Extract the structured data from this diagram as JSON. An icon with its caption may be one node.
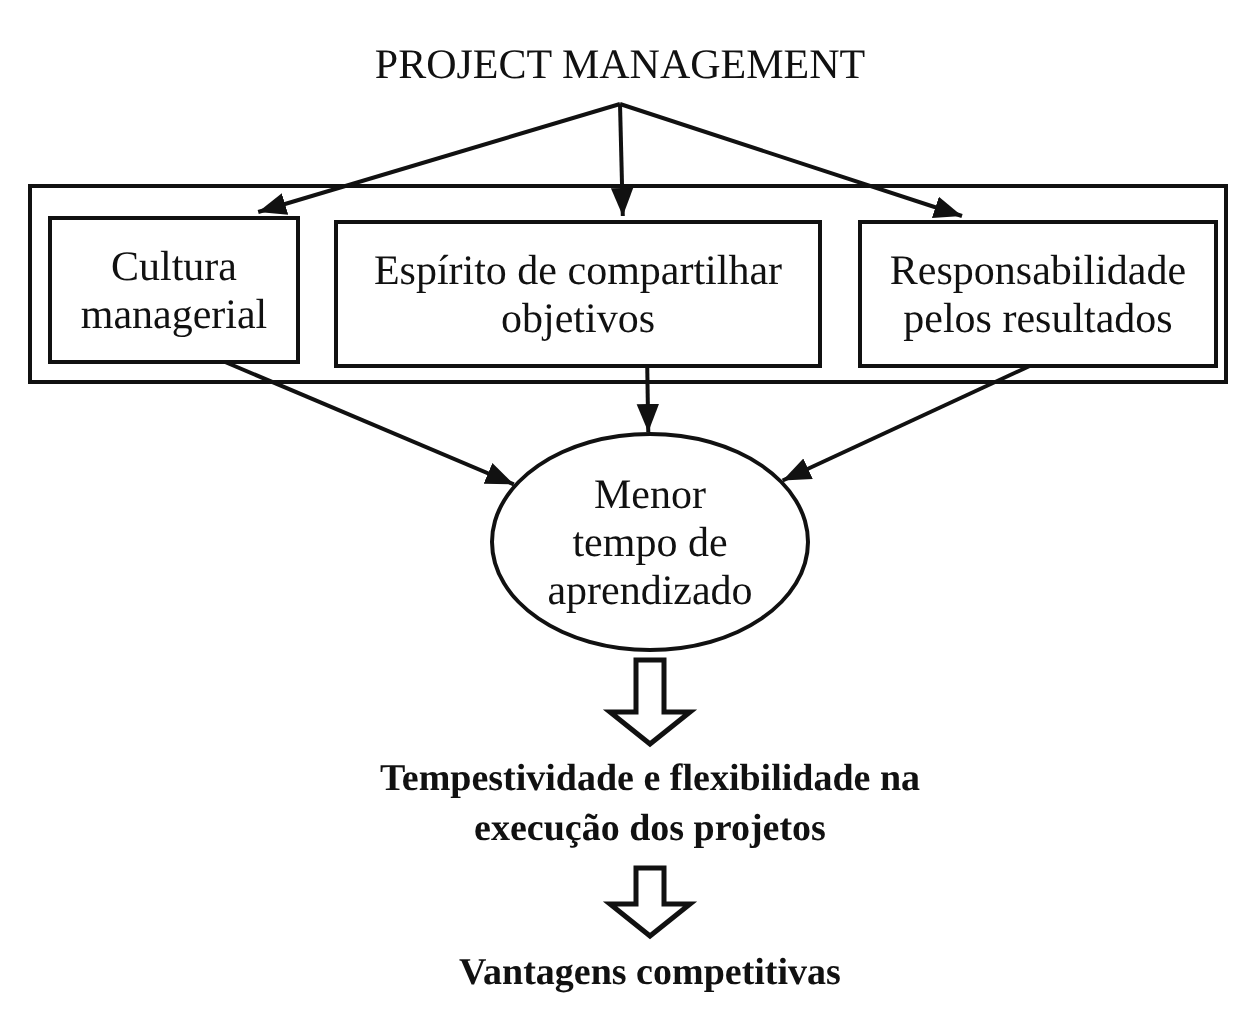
{
  "diagram": {
    "nodes": [
      {
        "text": [
          "PROJECT MANAGEMENT"
        ]
      },
      {
        "text": [],
        "shape": "box"
      },
      {
        "text": [
          "Cultura managerial"
        ],
        "in": 1
      },
      {
        "text": [
          "Espírito de compartilhar objetivos"
        ],
        "in": 1
      },
      {
        "text": [
          "Responsabilidade pelos resultados"
        ],
        "in": 1
      },
      {
        "text": [
          "Menor tempo de aprendizado"
        ]
      },
      {
        "text": [
          "Tempestividade e flexibilidade na execução dos projetos"
        ]
      },
      {
        "text": [
          "Vantagens competitivas"
        ]
      }
    ],
    "edges": [
      {
        "from": 0,
        "to": 2,
        "arrow": "to"
      },
      {
        "from": 0,
        "to": 3,
        "arrow": "to"
      },
      {
        "from": 0,
        "to": 4,
        "arrow": "to"
      },
      {
        "from": 2,
        "to": 5,
        "arrow": "to"
      },
      {
        "from": 3,
        "to": 5,
        "arrow": "to"
      },
      {
        "from": 4,
        "to": 5,
        "arrow": "to"
      },
      {
        "from": 5,
        "to": 6,
        "arrow": "to",
        "style": "thick"
      },
      {
        "from": 6,
        "to": 7,
        "arrow": "to",
        "style": "thick"
      }
    ]
  }
}
